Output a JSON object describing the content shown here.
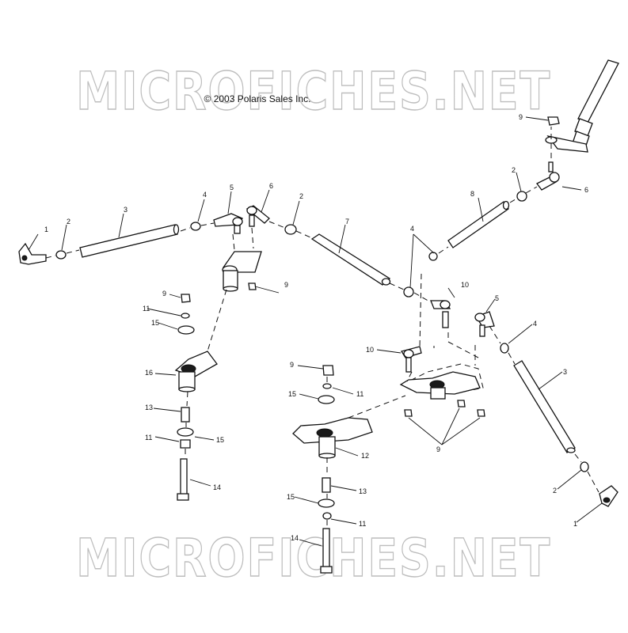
{
  "copyright": "© 2003 Polaris Sales Inc.",
  "watermark": {
    "text": "MICROFICHES.NET"
  },
  "callouts": [
    {
      "label": "1"
    },
    {
      "label": "2"
    },
    {
      "label": "3"
    },
    {
      "label": "4"
    },
    {
      "label": "5"
    },
    {
      "label": "6"
    },
    {
      "label": "2"
    },
    {
      "label": "7"
    },
    {
      "label": "4"
    },
    {
      "label": "8"
    },
    {
      "label": "2"
    },
    {
      "label": "6"
    },
    {
      "label": "9"
    },
    {
      "label": "10"
    },
    {
      "label": "10"
    },
    {
      "label": "5"
    },
    {
      "label": "4"
    },
    {
      "label": "3"
    },
    {
      "label": "2"
    },
    {
      "label": "1"
    },
    {
      "label": "9"
    },
    {
      "label": "11"
    },
    {
      "label": "15"
    },
    {
      "label": "16"
    },
    {
      "label": "13"
    },
    {
      "label": "11"
    },
    {
      "label": "15"
    },
    {
      "label": "14"
    },
    {
      "label": "9"
    },
    {
      "label": "9"
    },
    {
      "label": "11"
    },
    {
      "label": "15"
    },
    {
      "label": "12"
    },
    {
      "label": "13"
    },
    {
      "label": "15"
    },
    {
      "label": "11"
    },
    {
      "label": "14"
    },
    {
      "label": "9"
    }
  ]
}
